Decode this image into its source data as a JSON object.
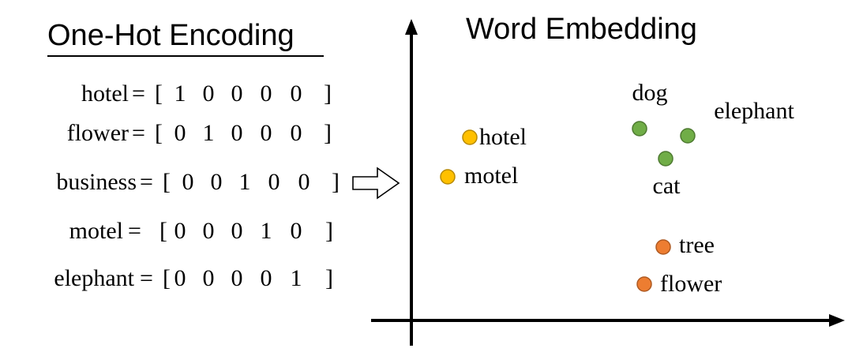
{
  "left_panel": {
    "title": "One-Hot Encoding",
    "rows": [
      {
        "word": "hotel",
        "vector": [
          1,
          0,
          0,
          0,
          0
        ]
      },
      {
        "word": "flower",
        "vector": [
          0,
          1,
          0,
          0,
          0
        ]
      },
      {
        "word": "business",
        "vector": [
          0,
          0,
          1,
          0,
          0
        ]
      },
      {
        "word": "motel",
        "vector": [
          0,
          0,
          0,
          1,
          0
        ]
      },
      {
        "word": "elephant",
        "vector": [
          0,
          0,
          0,
          0,
          1
        ]
      }
    ],
    "equals": "=",
    "open_bracket": "[",
    "close_bracket": "]"
  },
  "right_panel": {
    "title": "Word Embedding",
    "points": [
      {
        "label": "hotel",
        "group": "lodging"
      },
      {
        "label": "motel",
        "group": "lodging"
      },
      {
        "label": "dog",
        "group": "animal"
      },
      {
        "label": "elephant",
        "group": "animal"
      },
      {
        "label": "cat",
        "group": "animal"
      },
      {
        "label": "tree",
        "group": "plant"
      },
      {
        "label": "flower",
        "group": "plant"
      }
    ]
  },
  "colors": {
    "lodging_fill": "#FFC000",
    "lodging_stroke": "#B88A00",
    "animal_fill": "#70AD47",
    "animal_stroke": "#4E7A31",
    "plant_fill": "#ED7D31",
    "plant_stroke": "#AE5A22"
  },
  "icons": {
    "transform_arrow": "hollow-right-arrow-icon"
  }
}
